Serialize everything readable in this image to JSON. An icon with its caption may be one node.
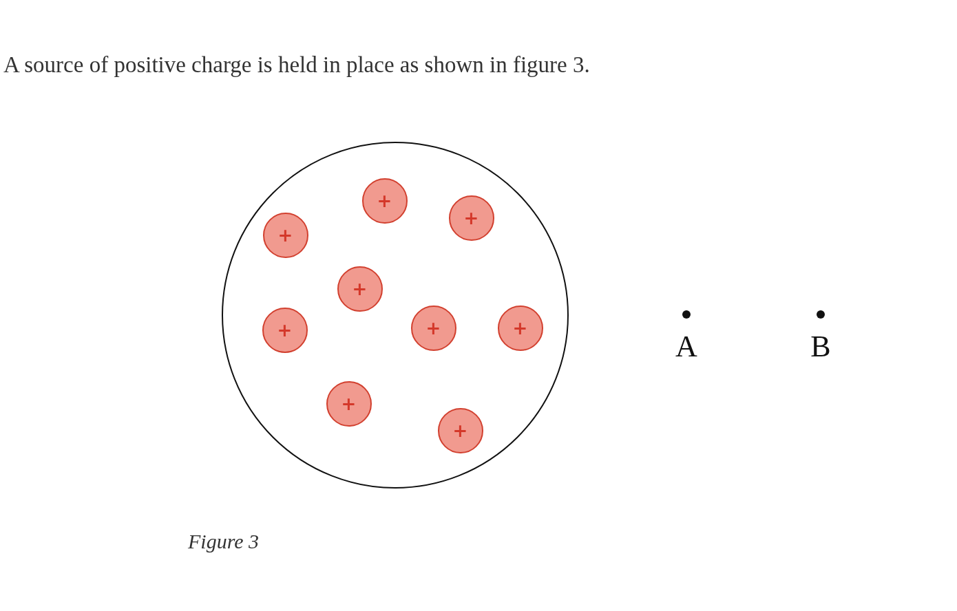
{
  "diagram": {
    "title": "A source of positive charge is held in place as shown in figure 3.",
    "caption": "Figure 3",
    "nodes": [
      {
        "text": [],
        "shape": "circle"
      },
      {
        "text": [
          "+"
        ],
        "in": 0
      },
      {
        "text": [
          "+"
        ],
        "in": 0
      },
      {
        "text": [
          "+"
        ],
        "in": 0
      },
      {
        "text": [
          "+"
        ],
        "in": 0
      },
      {
        "text": [
          "+"
        ],
        "in": 0
      },
      {
        "text": [
          "+"
        ],
        "in": 0
      },
      {
        "text": [
          "+"
        ],
        "in": 0
      },
      {
        "text": [
          "+"
        ],
        "in": 0
      },
      {
        "text": [
          "+"
        ],
        "in": 0
      }
    ],
    "edges": [],
    "labels": [
      "A",
      "B"
    ]
  }
}
